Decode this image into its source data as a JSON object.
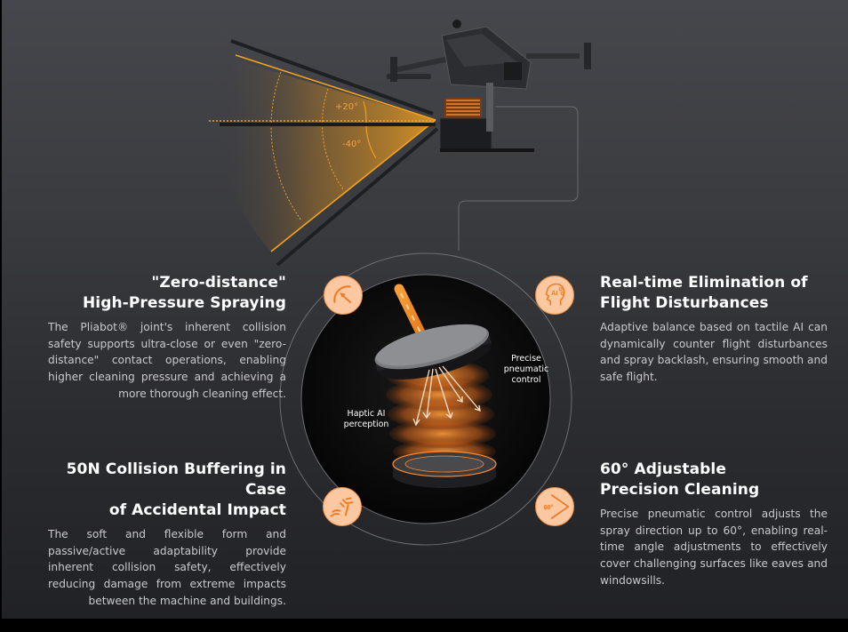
{
  "diagram": {
    "angle_up": "+20°",
    "angle_down": "-40°",
    "center_labels": {
      "haptic": "Haptic AI\nperception",
      "haptic_line1": "Haptic AI",
      "haptic_line2": "perception",
      "pneumatic_line1": "Precise",
      "pneumatic_line2": "pneumatic",
      "pneumatic_line3": "control"
    },
    "accent_color": "#f39044",
    "icon_fill": "#fbc8a2"
  },
  "features": [
    {
      "title_line1": "\"Zero-distance\"",
      "title_line2": "High-Pressure Spraying",
      "body": "The Pliabot® joint's inherent collision safety supports ultra-close or even \"zero-distance\" contact operations, enabling higher cleaning pressure and achieving a more thorough cleaning effect.",
      "icon": "pressure-gauge-icon"
    },
    {
      "title_line1": "50N Collision Buffering in Case",
      "title_line2": "of Accidental Impact",
      "body": "The soft and flexible form and passive/active adaptability provide inherent collision safety, effectively reducing damage from extreme impacts between the machine and buildings.",
      "icon": "impact-buffer-icon"
    },
    {
      "title_line1": "Real-time Elimination of",
      "title_line2": "Flight Disturbances",
      "body": "Adaptive balance based on tactile AI can dynamically counter flight disturbances and spray backlash, ensuring smooth and safe flight.",
      "icon": "ai-head-icon",
      "icon_text": "AI"
    },
    {
      "title_line1": "60° Adjustable",
      "title_line2": "Precision Cleaning",
      "body": "Precise pneumatic control adjusts the spray direction up to 60°, enabling real-time angle adjustments to effectively cover challenging surfaces like eaves and windowsills.",
      "icon": "angle-60-icon",
      "icon_text": "60°"
    }
  ]
}
